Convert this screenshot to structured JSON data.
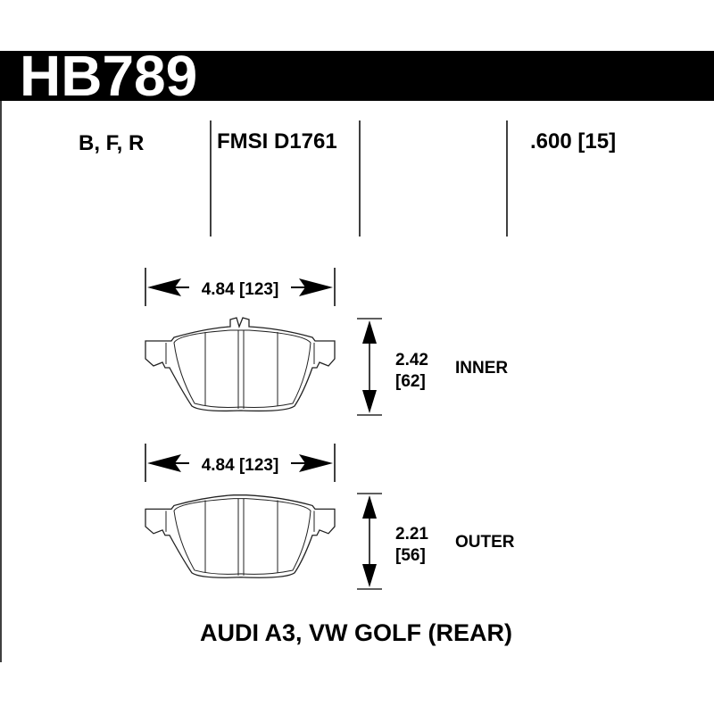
{
  "header": {
    "part_number": "HB789"
  },
  "specs": {
    "positions": "B, F, R",
    "fmsi": "FMSI D1761",
    "thickness": ".600 [15]"
  },
  "inner_pad": {
    "width_label": "4.84  [123]",
    "height_in": "2.42",
    "height_mm": "[62]",
    "label": "INNER"
  },
  "outer_pad": {
    "width_label": "4.84  [123]",
    "height_in": "2.21",
    "height_mm": "[56]",
    "label": "OUTER"
  },
  "application": "AUDI A3, VW GOLF (REAR)"
}
